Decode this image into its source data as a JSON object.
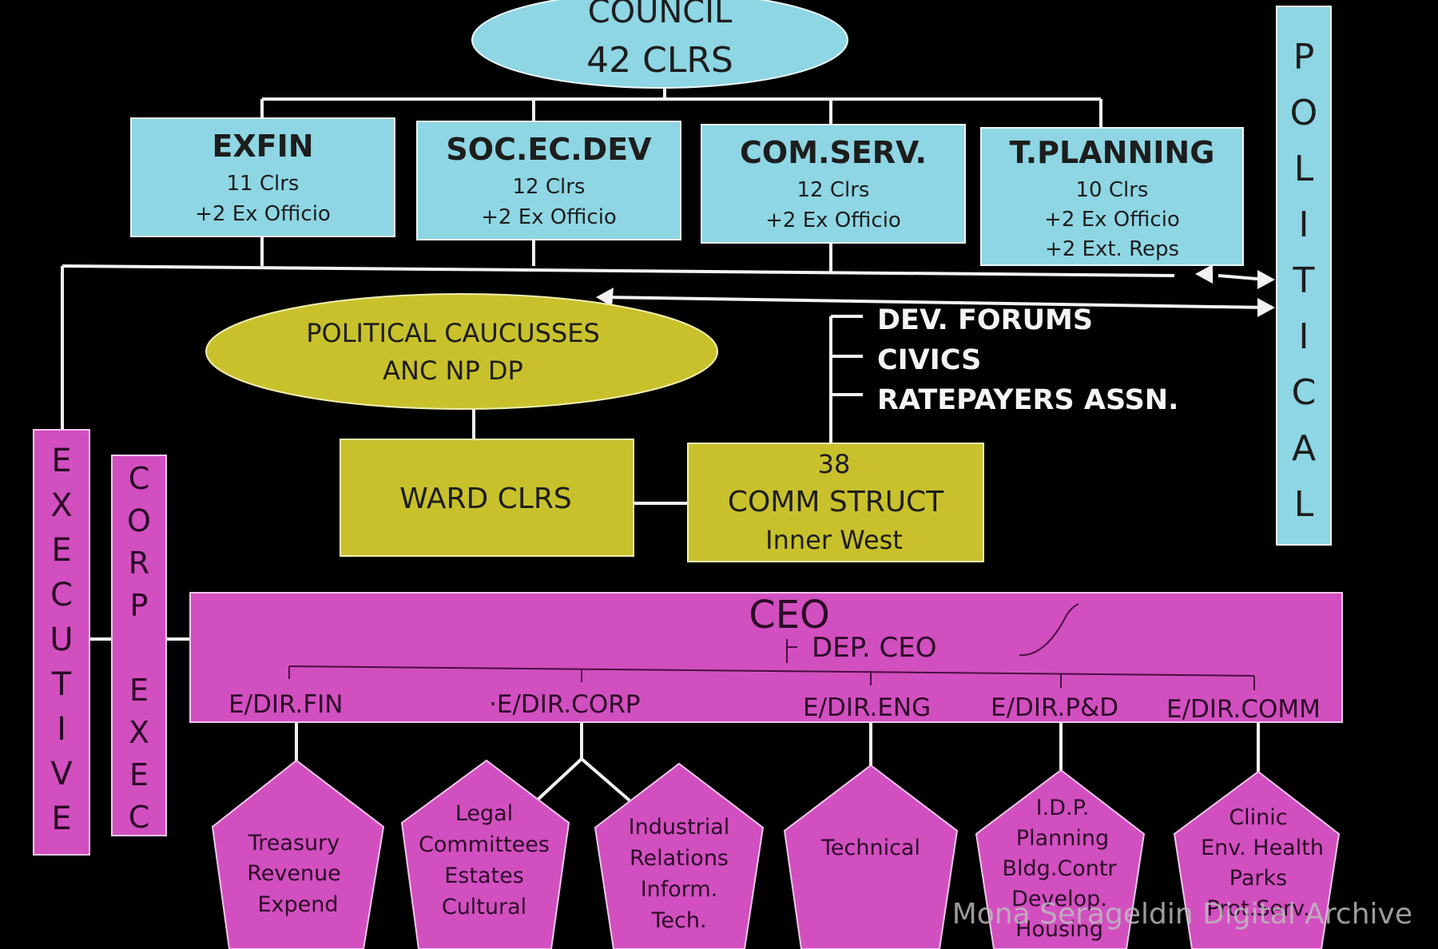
{
  "council": {
    "line1": "COUNCIL",
    "line2": "42 CLRS"
  },
  "political": {
    "letters": [
      "P",
      "O",
      "L",
      "I",
      "T",
      "I",
      "C",
      "A",
      "L"
    ]
  },
  "committees": [
    {
      "title": "EXFIN",
      "lines": [
        "11 Clrs",
        "+2 Ex Officio"
      ]
    },
    {
      "title": "SOC.EC.DEV",
      "lines": [
        "12 Clrs",
        "+2 Ex Officio"
      ]
    },
    {
      "title": "COM.SERV.",
      "lines": [
        "12 Clrs",
        "+2 Ex Officio"
      ]
    },
    {
      "title": "T.PLANNING",
      "lines": [
        "10 Clrs",
        "+2 Ex Officio",
        "+2 Ext. Reps"
      ]
    }
  ],
  "caucus": {
    "line1": "POLITICAL  CAUCUSSES",
    "line2": "ANC    NP    DP"
  },
  "forums": [
    "DEV. FORUMS",
    "CIVICS",
    "RATEPAYERS ASSN."
  ],
  "ward": {
    "label": "WARD CLRS"
  },
  "comm": {
    "line1": "38",
    "line2": "COMM STRUCT",
    "line3": "Inner West"
  },
  "executive": {
    "letters": [
      "E",
      "X",
      "E",
      "C",
      "U",
      "T",
      "I",
      "V",
      "E"
    ]
  },
  "corp_exec": {
    "letters": [
      "C",
      "O",
      "R",
      "P",
      "",
      "E",
      "X",
      "E",
      "C"
    ]
  },
  "ceo": {
    "title": "CEO",
    "deputy": "DEP. CEO"
  },
  "directors": [
    "E/DIR.FIN",
    "·E/DIR.CORP",
    "E/DIR.ENG",
    "E/DIR.P&D",
    "E/DIR.COMM"
  ],
  "departments": [
    {
      "lines": [
        "Treasury",
        "Revenue",
        "Expend"
      ]
    },
    {
      "lines": [
        "Legal",
        "Committees",
        "Estates",
        "Cultural"
      ]
    },
    {
      "lines": [
        "Industrial",
        "Relations",
        "Inform.",
        "Tech."
      ]
    },
    {
      "lines": [
        "Technical"
      ]
    },
    {
      "lines": [
        "I.D.P.",
        "Planning",
        "Bldg.Contr",
        "Develop.",
        "Housing"
      ]
    },
    {
      "lines": [
        "Clinic",
        "Env. Health",
        "Parks",
        "Prot.Serv."
      ]
    }
  ],
  "watermark": "Mona Serageldin Digital Archive",
  "colors": {
    "cyan": "#8ed6e4",
    "yellow": "#c9c12c",
    "magenta": "#d24fc0",
    "background": "#000000"
  }
}
